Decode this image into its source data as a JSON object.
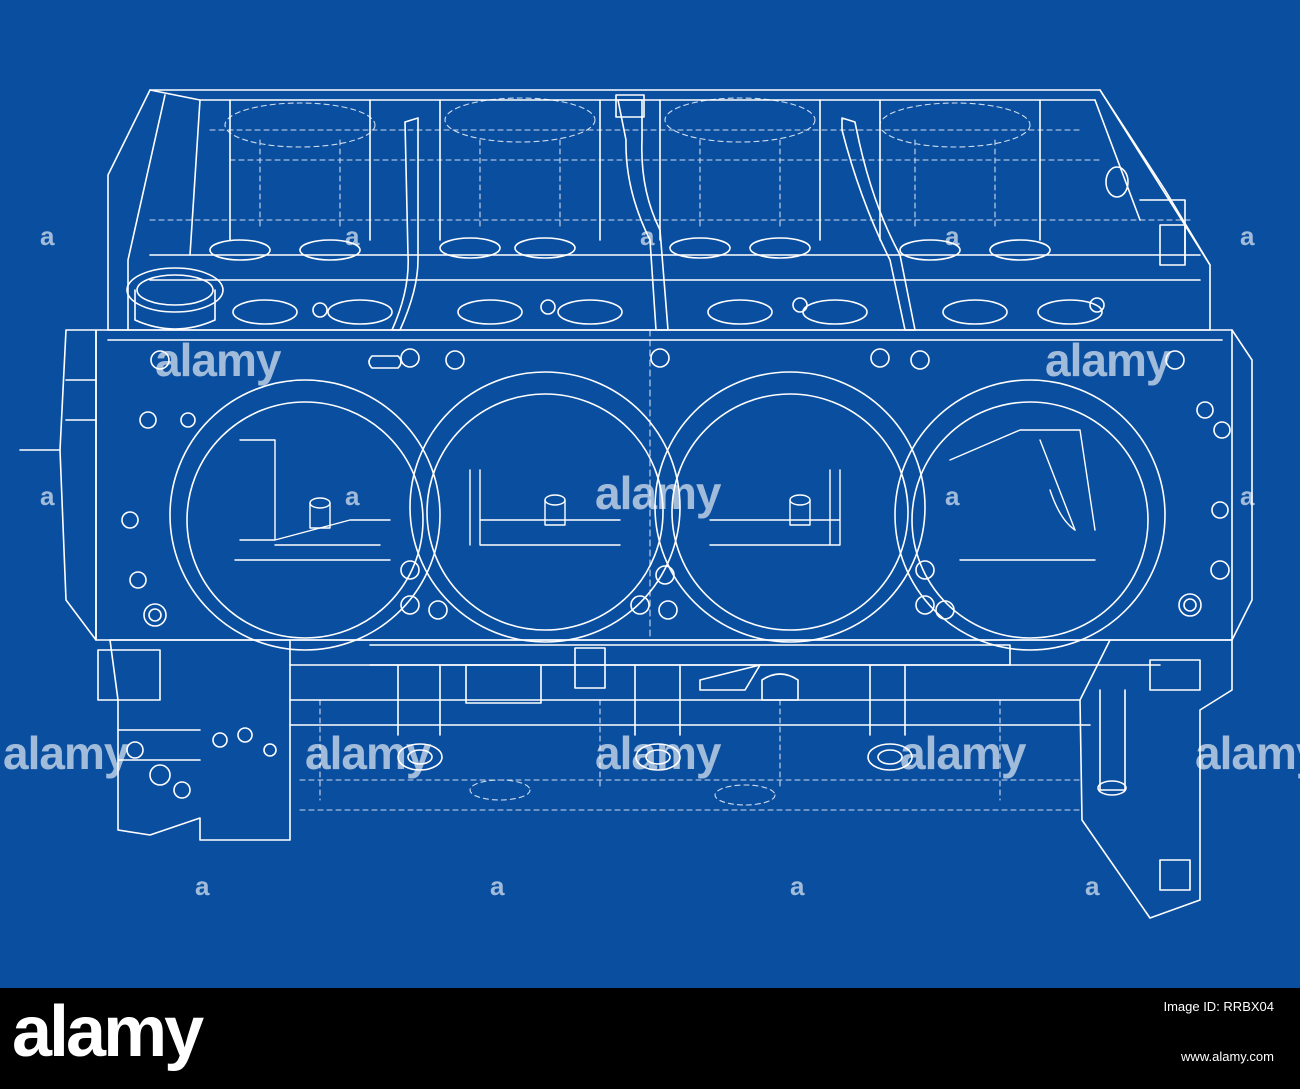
{
  "colors": {
    "background": "#0a4ea0",
    "line": "#ffffff",
    "footer": "#000000",
    "footer_text": "#ffffff"
  },
  "subject": {
    "icon": "engine-block-icon"
  },
  "watermark": {
    "large_text": "alamy",
    "small_text": "a"
  },
  "footer": {
    "logo": "alamy",
    "image_id": "Image ID: RRBX04",
    "url": "www.alamy.com"
  }
}
